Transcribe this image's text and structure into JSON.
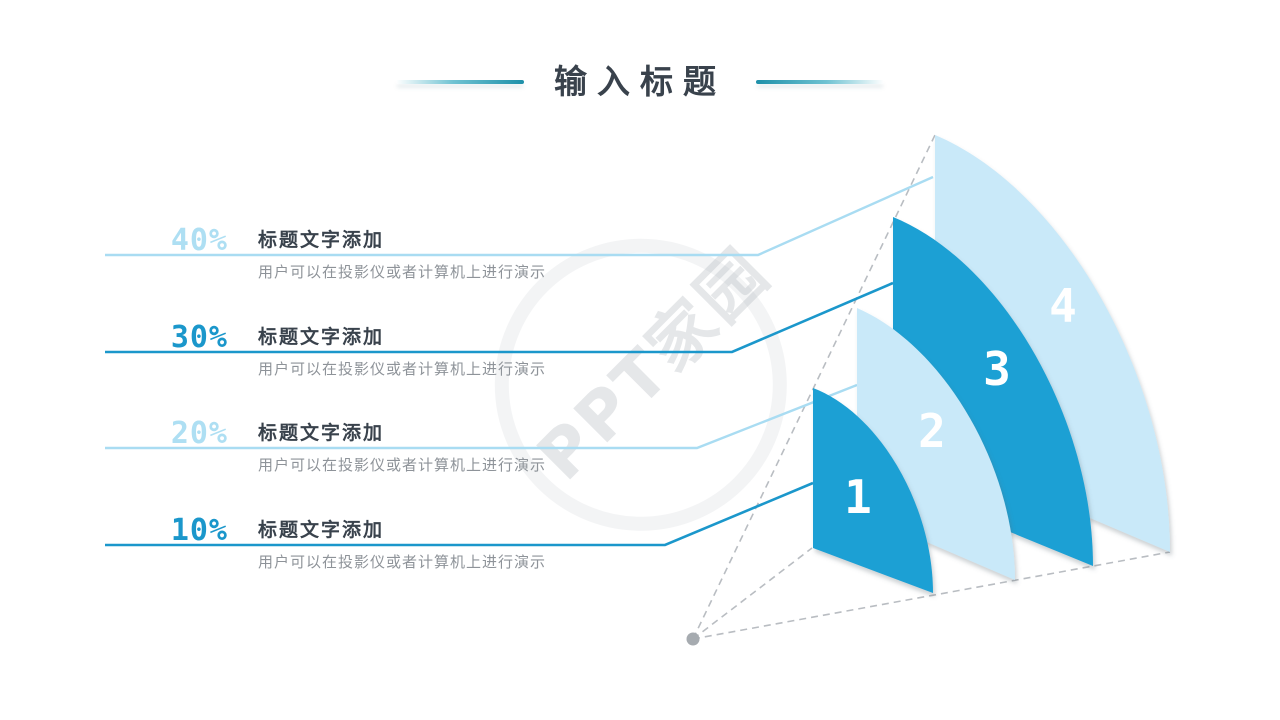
{
  "title": {
    "text": "输入标题"
  },
  "watermark": {
    "text": "PPT家园"
  },
  "items": [
    {
      "percent": "40%",
      "title": "标题文字添加",
      "desc": "用户可以在投影仪或者计算机上进行演示",
      "tone": "pale"
    },
    {
      "percent": "30%",
      "title": "标题文字添加",
      "desc": "用户可以在投影仪或者计算机上进行演示",
      "tone": "strong"
    },
    {
      "percent": "20%",
      "title": "标题文字添加",
      "desc": "用户可以在投影仪或者计算机上进行演示",
      "tone": "pale"
    },
    {
      "percent": "10%",
      "title": "标题文字添加",
      "desc": "用户可以在投影仪或者计算机上进行演示",
      "tone": "strong"
    }
  ],
  "fan": {
    "labels": [
      "1",
      "2",
      "3",
      "4"
    ]
  },
  "colors": {
    "sail_dark": "#1ba0d4",
    "sail_pale": "#c9e9f9",
    "connector_strong": "#1b97cb",
    "connector_pale": "#a9dcf2",
    "title_teal": "#1e90a9",
    "heading_dark": "#39424c",
    "desc_gray": "#8e9399",
    "dashed_gray": "#b9bdc2"
  }
}
